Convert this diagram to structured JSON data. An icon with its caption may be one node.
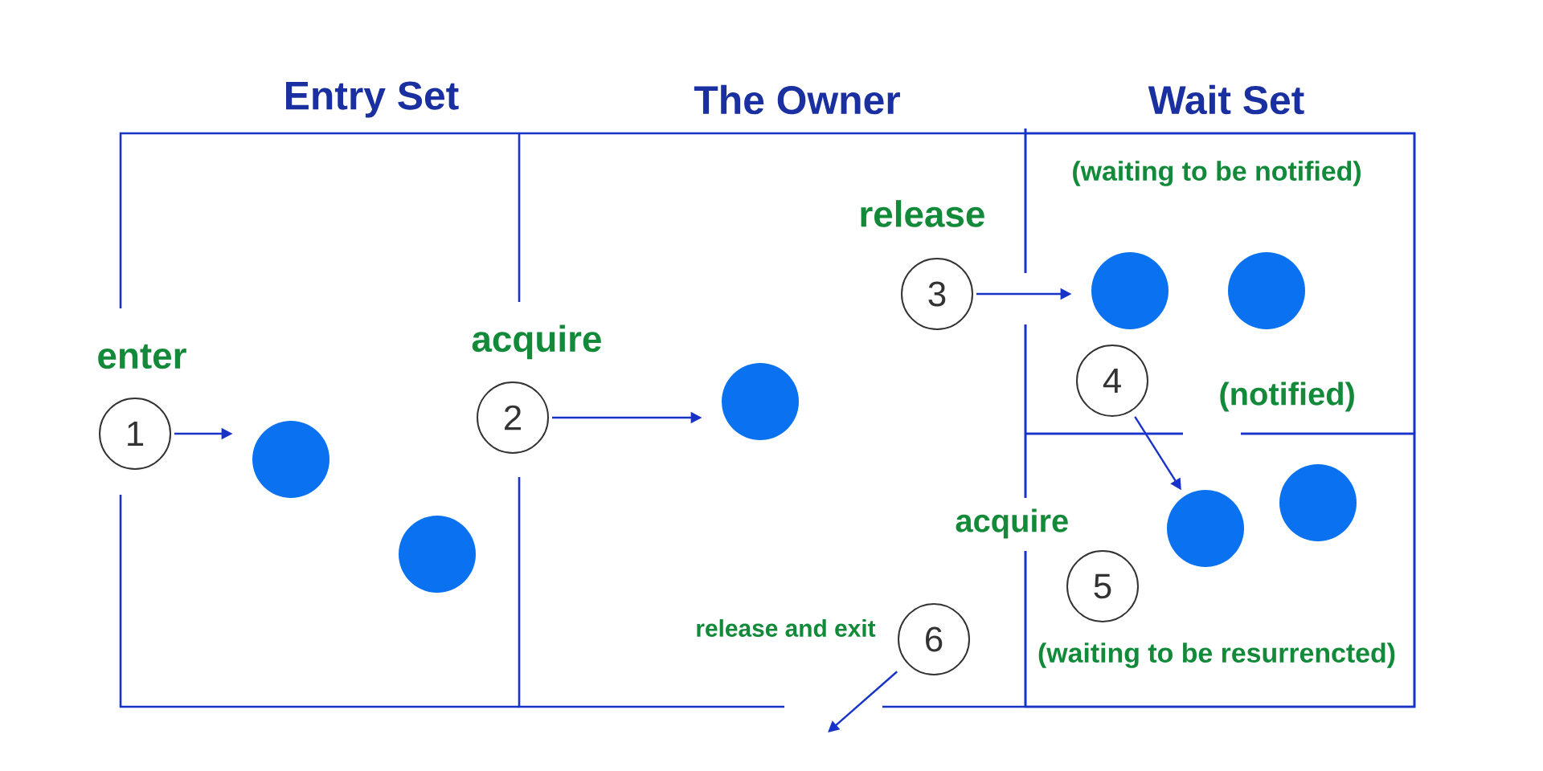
{
  "diagram": {
    "nodes": [
      {
        "text": [
          "Entry Set"
        ]
      },
      {
        "text": [
          "The Owner"
        ]
      },
      {
        "text": [
          "Wait Set"
        ]
      },
      {
        "text": [
          "(waiting to be notified)"
        ],
        "in": 2
      },
      {
        "text": [
          "(waiting to be resurrencted)"
        ],
        "in": 2
      },
      {
        "text": [
          "1"
        ],
        "beside": [
          "enter"
        ]
      },
      {
        "text": [],
        "shape": "circle",
        "in": 0
      },
      {
        "text": [],
        "shape": "circle",
        "in": 0
      },
      {
        "text": [
          "2"
        ],
        "beside": [
          "acquire"
        ]
      },
      {
        "text": [],
        "shape": "circle",
        "in": 1
      },
      {
        "text": [
          "3"
        ],
        "beside": [
          "release"
        ],
        "in": 1
      },
      {
        "text": [],
        "shape": "circle",
        "in": 3
      },
      {
        "text": [],
        "shape": "circle",
        "in": 3
      },
      {
        "text": [
          "4"
        ],
        "beside": [
          "(notified)"
        ],
        "in": 3
      },
      {
        "text": [],
        "shape": "circle",
        "in": 4
      },
      {
        "text": [],
        "shape": "circle",
        "in": 4
      },
      {
        "text": [
          "5"
        ],
        "beside": [
          "acquire"
        ],
        "in": 4
      },
      {
        "text": [
          "6"
        ],
        "beside": [
          "release and exit"
        ],
        "in": 1
      }
    ],
    "edges": [
      {
        "from": 5,
        "to": 6,
        "arrow": "to"
      },
      {
        "from": 8,
        "to": 9,
        "arrow": "to"
      },
      {
        "from": 10,
        "to": 11,
        "arrow": "to"
      },
      {
        "from": 13,
        "to": 14,
        "arrow": "to"
      },
      {
        "from": 17,
        "to": null,
        "arrow": "to"
      }
    ]
  }
}
